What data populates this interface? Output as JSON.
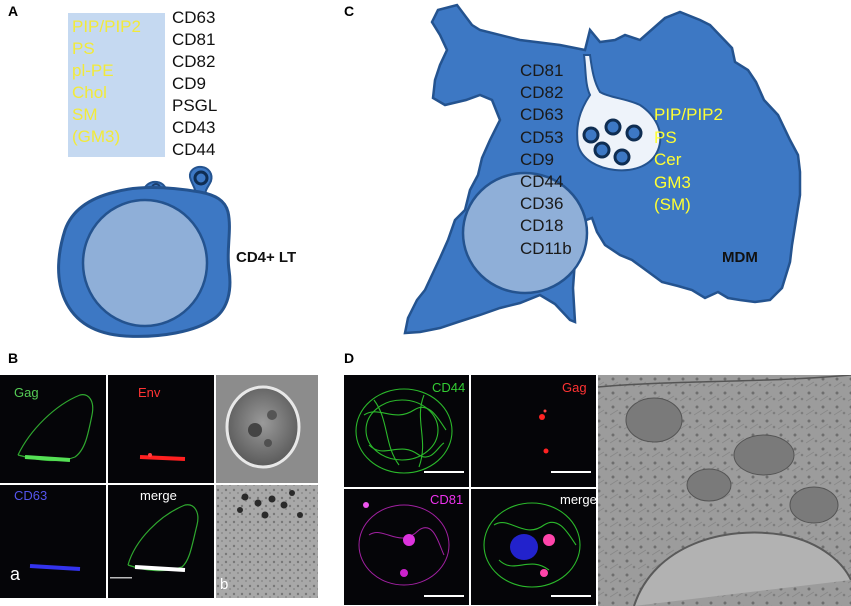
{
  "panel_labels": {
    "a": "A",
    "b": "B",
    "c": "C",
    "d": "D"
  },
  "panel_a": {
    "lipids": [
      "PIP/PIP2",
      "PS",
      "pl-PE",
      "Chol",
      "SM",
      "(GM3)"
    ],
    "proteins": [
      "CD63",
      "CD81",
      "CD82",
      "CD9",
      "PSGL",
      "CD43",
      "CD44"
    ],
    "cell_label": "CD4+ LT"
  },
  "panel_b": {
    "channels": [
      "Gag",
      "Env",
      "CD63",
      "merge"
    ],
    "sublabels": [
      "a",
      "b"
    ],
    "colors": {
      "gag": "#4dcc4d",
      "env": "#ff2222",
      "cd63": "#4d4dff",
      "merge": "#ffffff"
    }
  },
  "panel_c": {
    "proteins": [
      "CD81",
      "CD82",
      "CD63",
      "CD53",
      "CD9",
      "CD44",
      "CD36",
      "CD18",
      "CD11b"
    ],
    "lipids": [
      "PIP/PIP2",
      "PS",
      "Cer",
      "GM3",
      "(SM)"
    ],
    "cell_label": "MDM"
  },
  "panel_d": {
    "channels": [
      "CD44",
      "Gag",
      "CD81",
      "merge"
    ],
    "colors": {
      "cd44": "#33cc33",
      "gag": "#ff2222",
      "cd81": "#ee33ee",
      "merge": "#ffffff"
    }
  },
  "colors": {
    "cell_fill": "#3d78c4",
    "cell_stroke": "#24538f",
    "nucleus": "#8fafd8",
    "lipid_box": "#c5d9f1",
    "lipid_text": "#f2ea3a"
  }
}
